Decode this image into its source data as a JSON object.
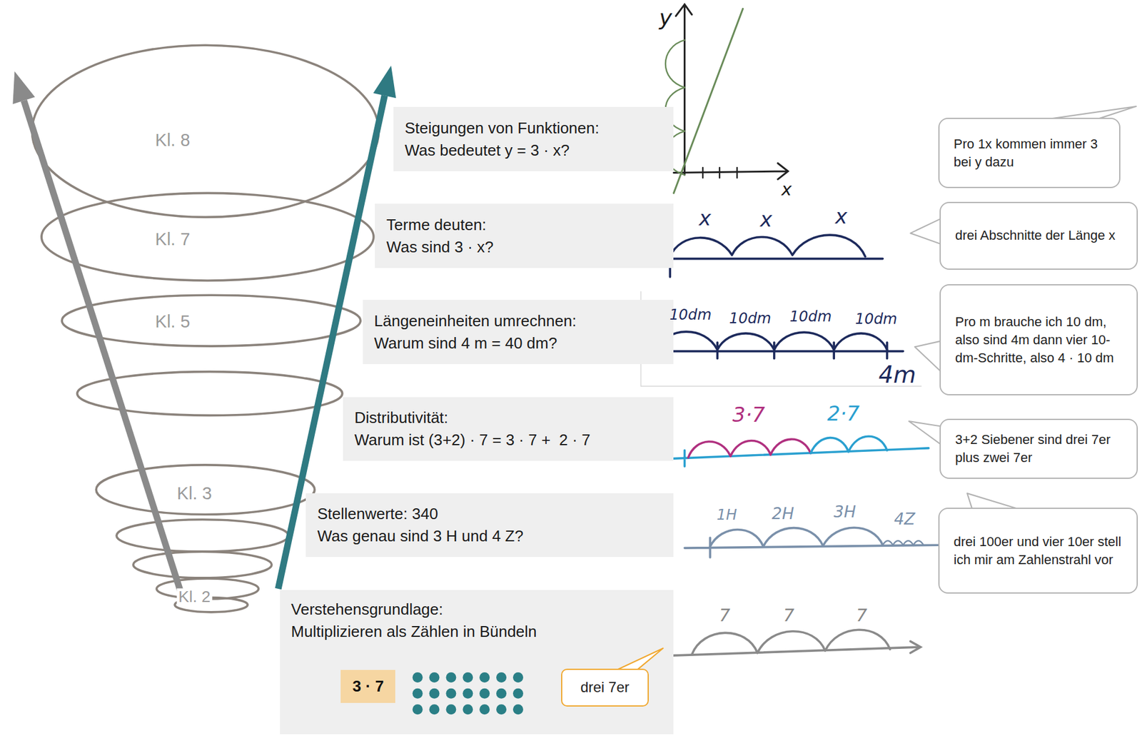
{
  "diagram": {
    "nodes": [
      {
        "text": [
          "Steigungen von Funktionen:",
          "Was bedeutet y = 3 · x?"
        ]
      },
      {
        "text": [
          "Pro 1x kommen immer 3 bei y dazu"
        ]
      },
      {
        "text": [
          "Terme deuten:",
          "Was sind 3 · x?"
        ]
      },
      {
        "text": [
          "drei Abschnitte der Länge x"
        ]
      },
      {
        "text": [
          "Längeneinheiten umrechnen:",
          "Warum sind 4 m = 40 dm?"
        ]
      },
      {
        "text": [
          "Pro m brauche ich 10 dm, also sind 4m dann vier 10-dm-Schritte, also 4 · 10 dm"
        ]
      },
      {
        "text": [
          "Distributivität:",
          "Warum ist (3+2) · 7 = 3 · 7 +  2 · 7"
        ]
      },
      {
        "text": [
          "3+2 Siebener sind drei 7er plus zwei 7er"
        ]
      },
      {
        "text": [
          "Stellenwerte: 340",
          "Was genau sind 3 H und 4 Z?"
        ]
      },
      {
        "text": [
          "drei 100er und vier 10er stell ich mir am Zahlenstrahl vor"
        ]
      },
      {
        "text": [
          "Verstehensgrundlage:",
          "Multiplizieren als Zählen in Bündeln"
        ]
      },
      {
        "text": [
          "3 · 7"
        ],
        "in": 10
      },
      {
        "text": [
          "drei 7er"
        ],
        "in": 10
      }
    ],
    "labels": [
      "Kl. 8",
      "Kl. 7",
      "Kl. 5",
      "Kl. 3",
      "Kl. 2",
      "y",
      "x",
      "x",
      "x",
      "x",
      "10dm",
      "10dm",
      "10dm",
      "10dm",
      "4m",
      "3·7",
      "2·7",
      "1H",
      "2H",
      "3H",
      "4Z",
      "7",
      "7",
      "7"
    ]
  }
}
